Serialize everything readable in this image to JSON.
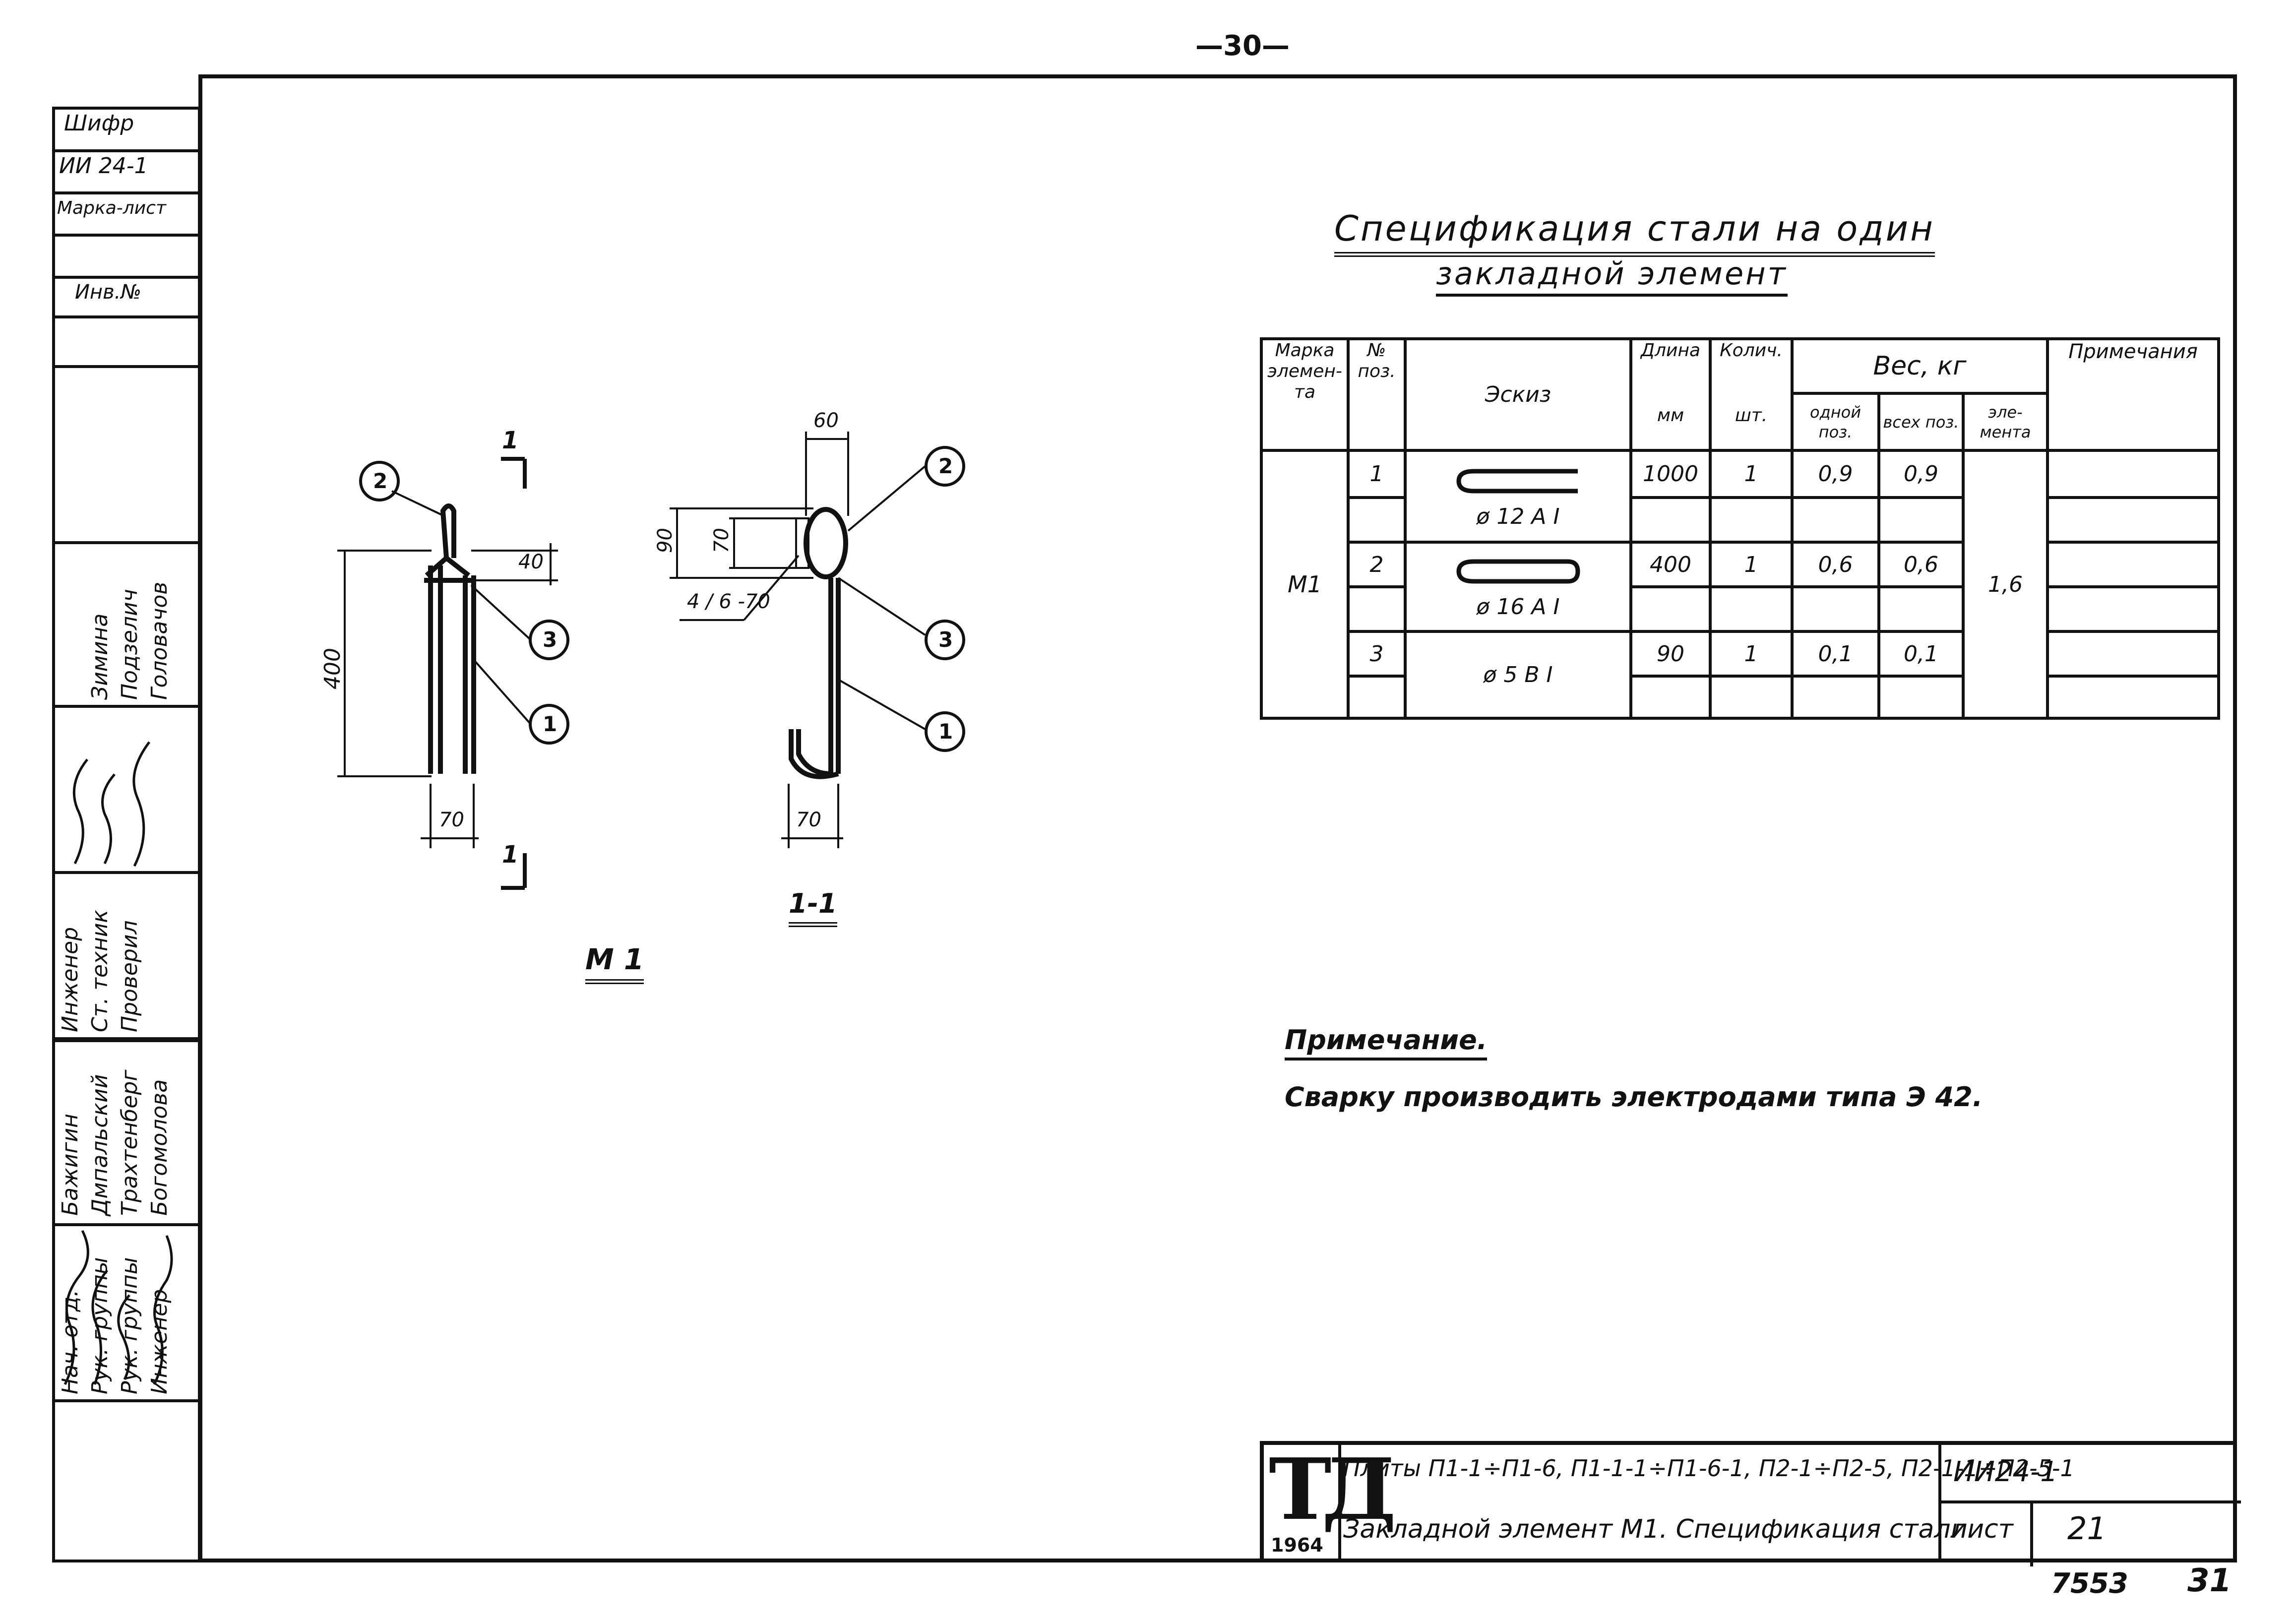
{
  "page_number": "—30—",
  "left_strip": {
    "cells": [
      "Шифр",
      "ИИ 24-1",
      "Марка-лист",
      "Инв.№"
    ],
    "vertical_labels": [
      "Инженер",
      "Ст. техник",
      "Проверил",
      "Бажигин",
      "Дмпальский",
      "Трахтенберг",
      "Богомолова",
      "Нач. отд.",
      "Рук. группы",
      "Рук. группы",
      "Инженер",
      "Зимина",
      "Подзелич",
      "Головачов"
    ]
  },
  "drawing": {
    "labels": {
      "section_marker": "1",
      "dim_400": "400",
      "dim_40": "40",
      "dim_70_left": "70",
      "dim_60": "60",
      "dim_90": "90",
      "dim_70_small": "70",
      "dim_70_right": "70",
      "weld_note": "4 / 6 -70",
      "callouts": [
        "1",
        "2",
        "3"
      ],
      "view_m1": "М 1",
      "view_section": "1-1"
    }
  },
  "spec": {
    "title_line1": "Спецификация стали на один",
    "title_line2": "закладной элемент",
    "headers": {
      "marka": "Марка элемен- та",
      "pos": "№ поз.",
      "sketch": "Эскиз",
      "length": "Длина",
      "length_unit": "мм",
      "qty": "Колич.",
      "qty_unit": "шт.",
      "weight": "Вес, кг",
      "w_one": "одной поз.",
      "w_all": "всех поз.",
      "w_elem": "эле- мента",
      "note": "Примечания"
    },
    "element_mark": "М1",
    "element_weight": "1,6",
    "rows": [
      {
        "pos": "1",
        "diam": "ø 12 А I",
        "length": "1000",
        "qty": "1",
        "one": "0,9",
        "all": "0,9"
      },
      {
        "pos": "2",
        "diam": "ø 16 А I",
        "length": "400",
        "qty": "1",
        "one": "0,6",
        "all": "0,6"
      },
      {
        "pos": "3",
        "diam": "ø 5 В I",
        "length": "90",
        "qty": "1",
        "one": "0,1",
        "all": "0,1"
      }
    ]
  },
  "note": {
    "heading": "Примечание.",
    "text": "Сварку производить электродами типа Э 42."
  },
  "title_block": {
    "logo": "ТД",
    "year": "1964",
    "line1": "Плиты П1-1÷П1-6, П1-1-1÷П1-6-1, П2-1÷П2-5, П2-1-1÷П2-5-1",
    "line2": "Закладной элемент М1. Спецификация стали.",
    "code": "ИИ24-1",
    "sheet_label": "лист",
    "sheet_no": "21"
  },
  "footer": {
    "number": "7553",
    "page": "31"
  }
}
